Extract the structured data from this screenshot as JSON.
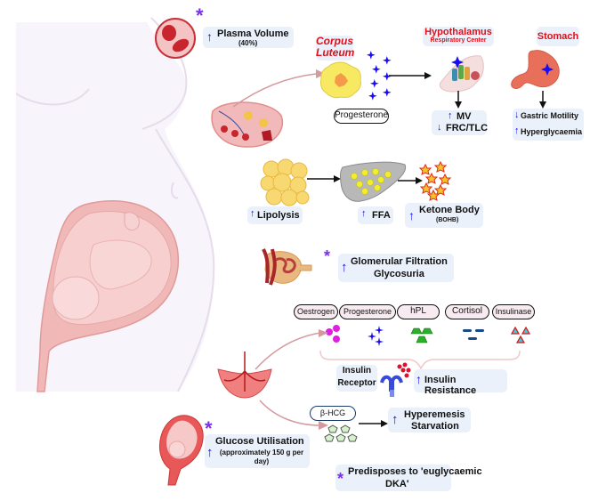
{
  "plasma": {
    "label": "Plasma Volume",
    "sub": "(40%)",
    "direction": "up",
    "starred": true
  },
  "corpus_luteum": {
    "title_line1": "Corpus",
    "title_line2": "Luteum",
    "hormone": "Progesterone"
  },
  "hypothalamus": {
    "title": "Hypothalamus",
    "subtitle": "Respiratory Center",
    "line1": "MV",
    "line1_dir": "up",
    "line2": "FRC/TLC",
    "line2_dir": "down"
  },
  "stomach": {
    "title": "Stomach",
    "line1": "Gastric Motility",
    "line1_dir": "down",
    "line2": "Hyperglycaemia",
    "line2_dir": "up"
  },
  "lipolysis": {
    "label": "Lipolysis",
    "direction": "up"
  },
  "ffa": {
    "label": "FFA",
    "direction": "up"
  },
  "ketone": {
    "label": "Ketone Body",
    "sub": "(BOHB)",
    "direction": "up"
  },
  "kidney": {
    "line1": "Glomerular Filtration",
    "line2": "Glycosuria",
    "direction": "up",
    "starred": true
  },
  "hormones": [
    "Oestrogen",
    "Progesterone",
    "hPL",
    "Cortisol",
    "Insulinase"
  ],
  "insulin": {
    "receptor_line1": "Insulin",
    "receptor_line2": "Receptor",
    "resistance": "Insulin Resistance",
    "direction": "up"
  },
  "hcg": {
    "label": "β-HCG",
    "line1": "Hyperemesis",
    "line2": "Starvation",
    "direction": "up"
  },
  "glucose": {
    "label": "Glucose Utilisation",
    "sub": "(approximately 150 g per day)",
    "direction": "up",
    "starred": true
  },
  "dka": {
    "line1": "Predisposes to 'euglycaemic",
    "line2": "DKA'",
    "starred": true
  },
  "symbols": {
    "up_arrow": "↑",
    "down_arrow": "↓",
    "star": "*"
  },
  "colors": {
    "accent_blue": "#1a0cf0",
    "title_red": "#e0101a",
    "star_purple": "#7a2ff0",
    "box_bg": "#eaf1fb",
    "arrow_pink": "#d49a9e"
  }
}
